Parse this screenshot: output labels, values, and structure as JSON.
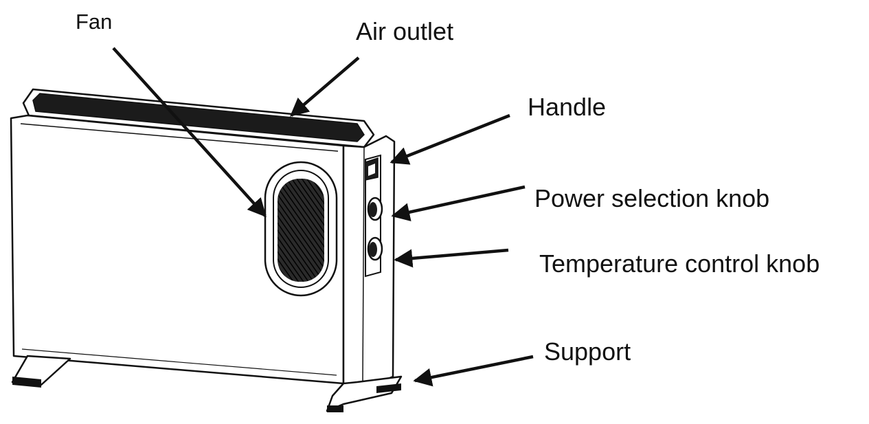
{
  "labels": {
    "fan": "Fan",
    "air_outlet": "Air outlet",
    "handle": "Handle",
    "power_knob": "Power selection knob",
    "temperature_knob": "Temperature control knob",
    "support": "Support"
  },
  "colors": {
    "line": "#111111",
    "fan_fill": "#1a1a1a",
    "background": "#ffffff"
  }
}
